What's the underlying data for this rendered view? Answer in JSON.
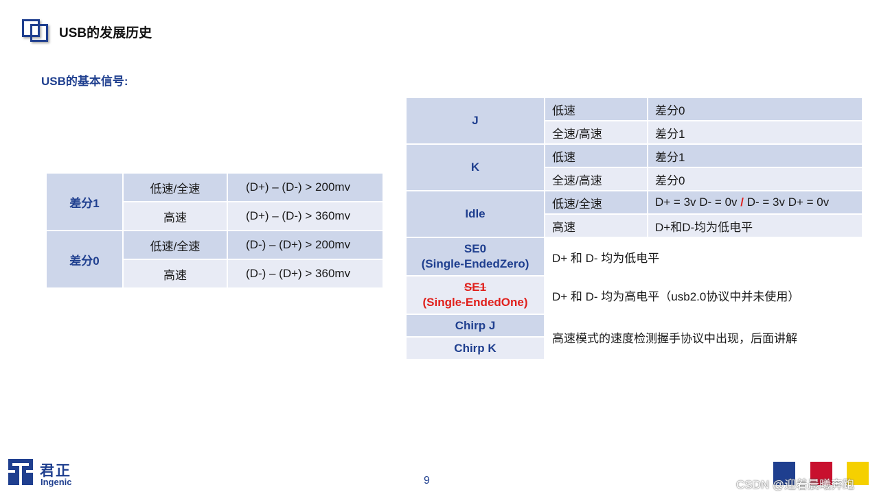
{
  "header": {
    "title": "USB的发展历史",
    "subtitle": "USB的基本信号:"
  },
  "left_table": {
    "rows": [
      {
        "group": "差分1",
        "speed": "低速/全速",
        "value": "(D+) – (D-) > 200mv"
      },
      {
        "group": "",
        "speed": "高速",
        "value": "(D+) – (D-) > 360mv"
      },
      {
        "group": "差分0",
        "speed": "低速/全速",
        "value": "(D-) – (D+) > 200mv"
      },
      {
        "group": "",
        "speed": "高速",
        "value": "(D-) – (D+) > 360mv"
      }
    ]
  },
  "right_table": {
    "j": {
      "signal": "J",
      "rows": [
        {
          "speed": "低速",
          "desc": "差分0"
        },
        {
          "speed": "全速/高速",
          "desc": "差分1"
        }
      ]
    },
    "k": {
      "signal": "K",
      "rows": [
        {
          "speed": "低速",
          "desc": "差分1"
        },
        {
          "speed": "全速/高速",
          "desc": "差分0"
        }
      ]
    },
    "idle": {
      "signal": "Idle",
      "rows": [
        {
          "speed": "低速/全速",
          "desc_a": "D+ = 3v D- = 0v ",
          "sep": "/",
          "desc_b": " D- = 3v D+ = 0v"
        },
        {
          "speed": "高速",
          "desc": "D+和D-均为低电平"
        }
      ]
    },
    "se0": {
      "signal": "SE0",
      "signal_sub": "(Single-EndedZero)",
      "desc": "D+ 和 D- 均为低电平"
    },
    "se1": {
      "signal": "SE1",
      "signal_sub": "(Single-EndedOne)",
      "desc": "D+ 和 D- 均为高电平（usb2.0协议中并未使用）"
    },
    "chirp": {
      "signal_j": "Chirp J",
      "signal_k": "Chirp K",
      "desc": "高速模式的速度检测握手协议中出现，后面讲解"
    }
  },
  "footer": {
    "brand_cn": "君正",
    "brand_en": "Ingenic",
    "page_number": "9",
    "watermark": "CSDN @迎着晨曦奔跑"
  },
  "colors": {
    "accent": "#1f3f8f",
    "cell_dark": "#cdd6ea",
    "cell_light": "#e8ebf5",
    "red": "#e0201c",
    "square_red": "#c8102e",
    "square_yellow": "#f5d000"
  }
}
